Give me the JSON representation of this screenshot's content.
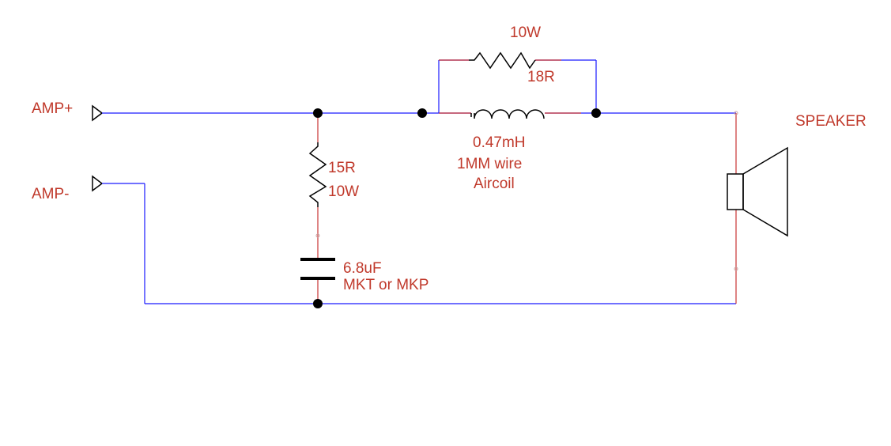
{
  "labels": {
    "amp_plus": "AMP+",
    "amp_minus": "AMP-",
    "speaker": "SPEAKER",
    "parallel_resistor_power": "10W",
    "parallel_resistor_value": "18R",
    "inductor_value": "0.47mH",
    "inductor_wire": "1MM wire",
    "inductor_type": "Aircoil",
    "shunt_resistor_value": "15R",
    "shunt_resistor_power": "10W",
    "capacitor_value": "6.8uF",
    "capacitor_type": "MKT or MKP"
  },
  "colors": {
    "wire_blue": "#1a1aff",
    "wire_red": "#c83232",
    "label_red": "#c0392b",
    "component": "#000000"
  }
}
